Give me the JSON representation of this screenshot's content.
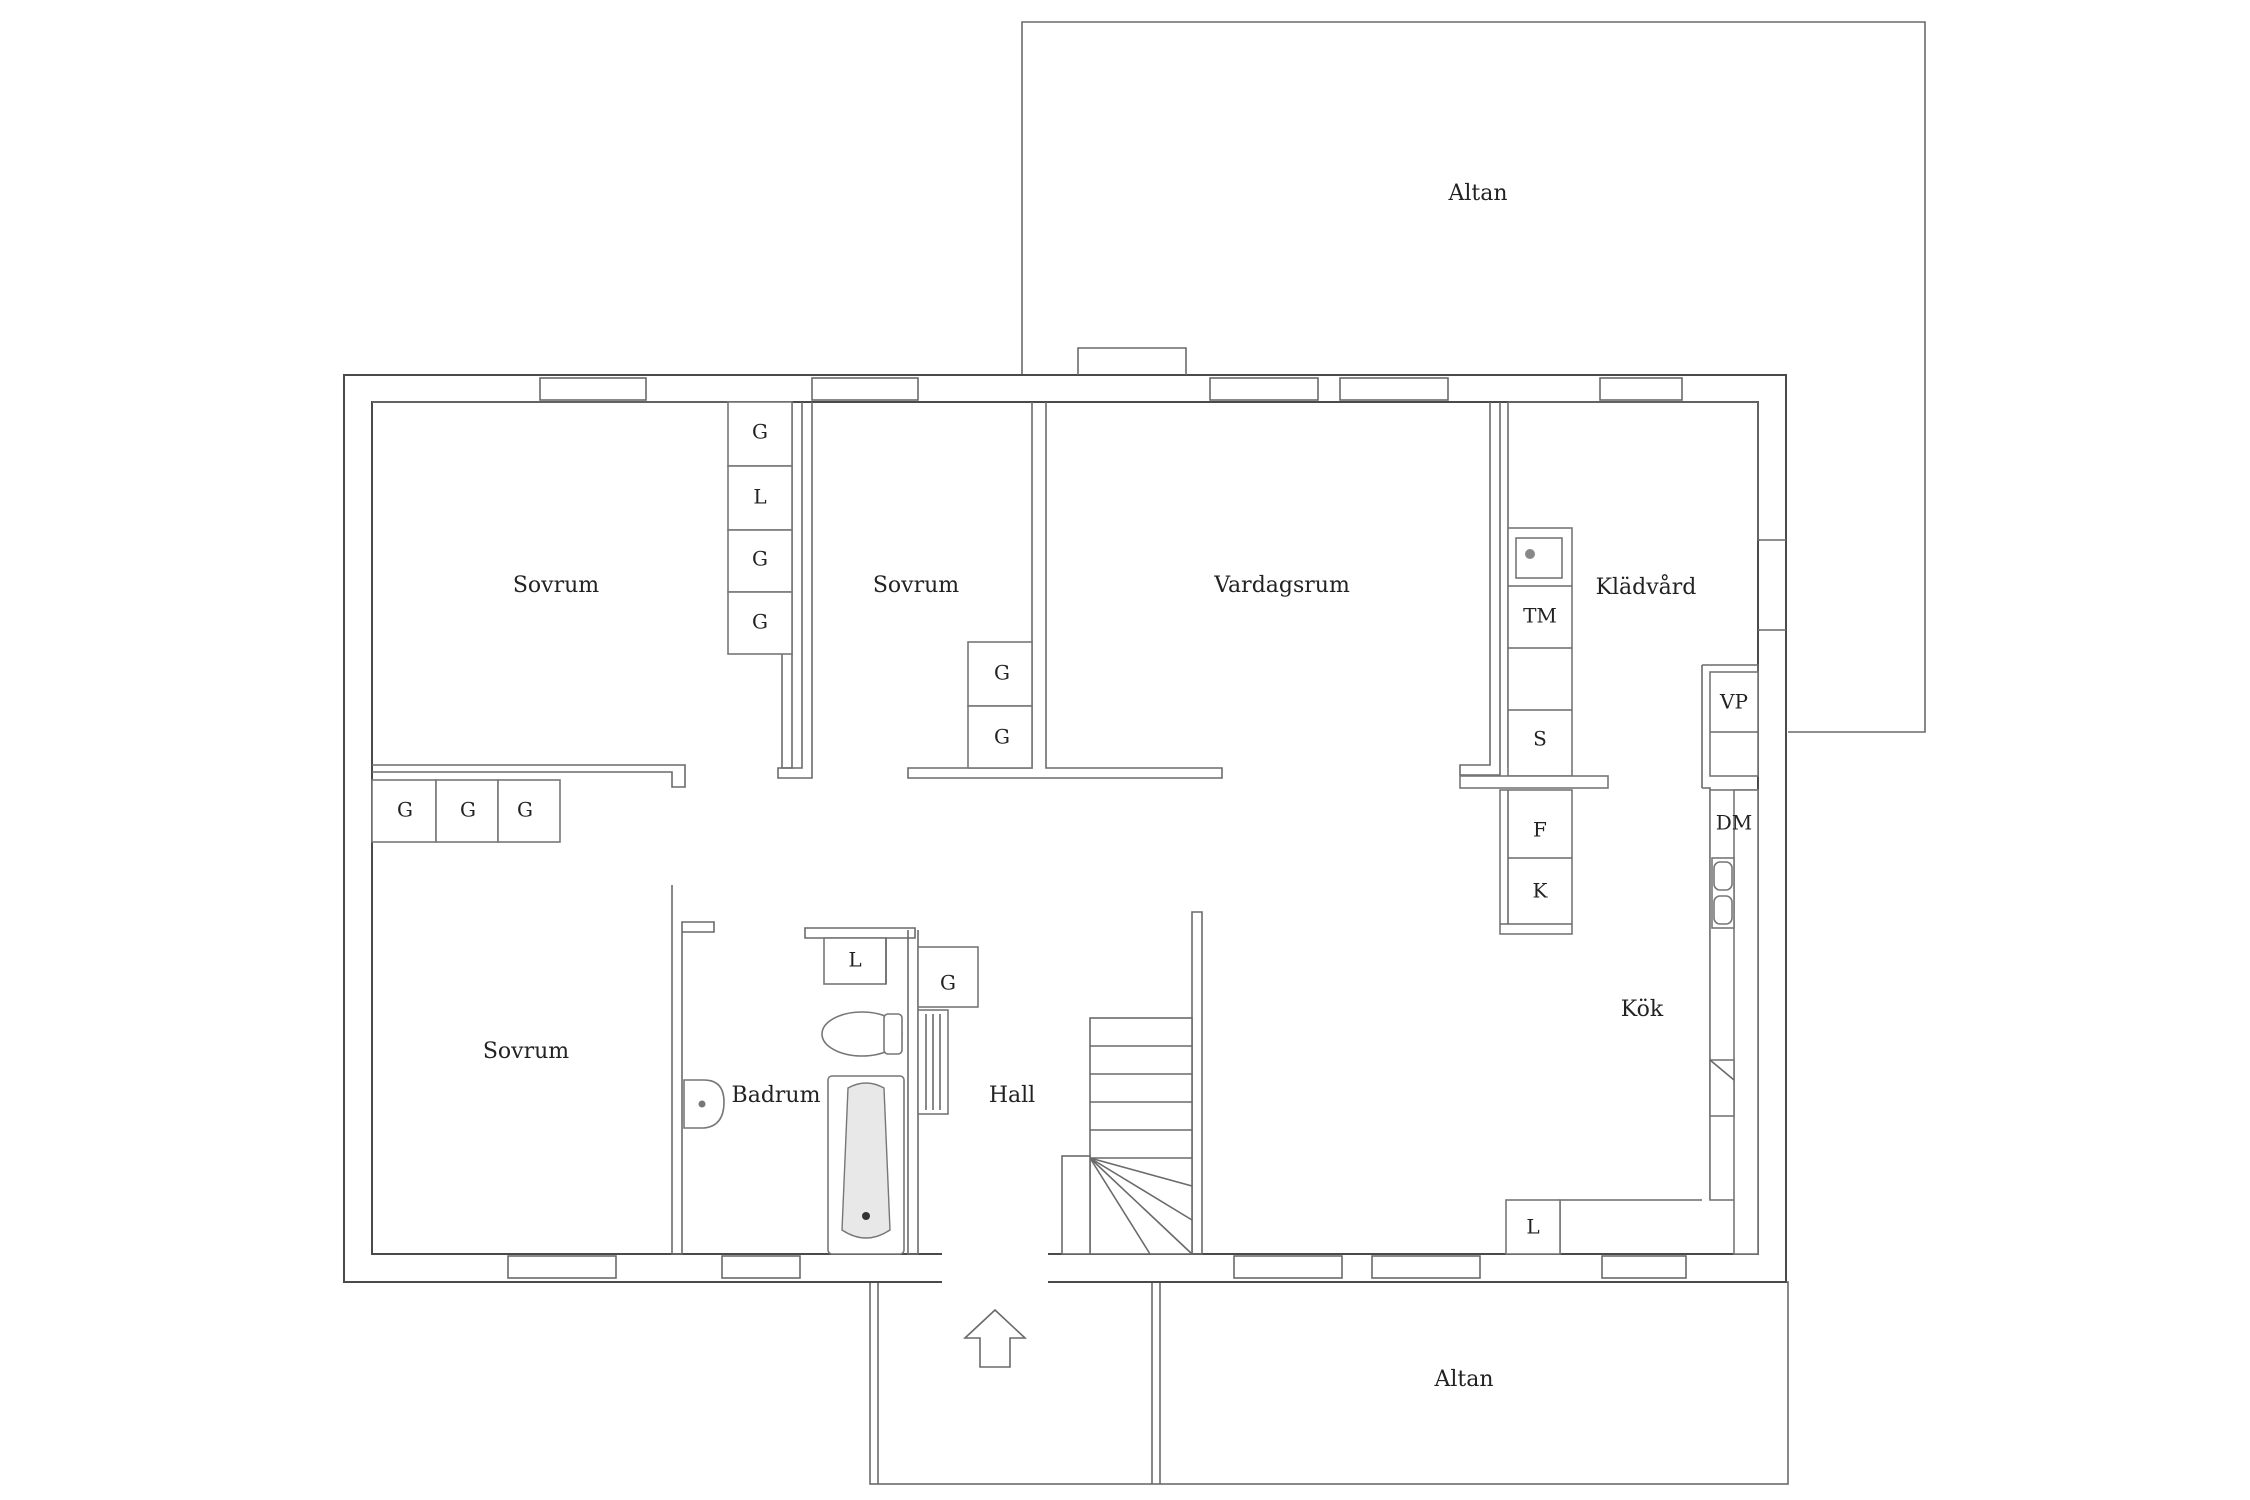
{
  "rooms": {
    "altan_top": "Altan",
    "sovrum_1": "Sovrum",
    "sovrum_2": "Sovrum",
    "vardagsrum": "Vardagsrum",
    "kladvard": "Klädvård",
    "sovrum_3": "Sovrum",
    "badrum": "Badrum",
    "hall": "Hall",
    "kok": "Kök",
    "altan_bottom": "Altan"
  },
  "cabinets": {
    "g1": "G",
    "l1": "L",
    "g2": "G",
    "g3": "G",
    "g4": "G",
    "g5": "G",
    "g6": "G",
    "g7": "G",
    "g8": "G",
    "l2": "L",
    "g9": "G",
    "tm": "TM",
    "s": "S",
    "vp": "VP",
    "f": "F",
    "k": "K",
    "dm": "DM",
    "l3": "L"
  }
}
